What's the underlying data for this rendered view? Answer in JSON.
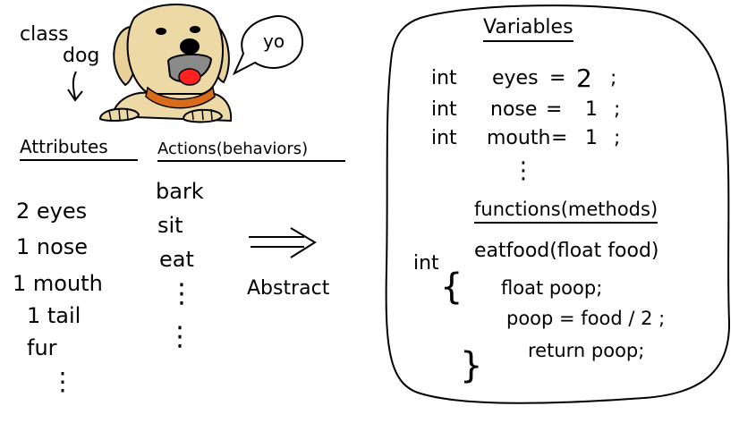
{
  "left": {
    "class_label": "class",
    "class_name": "dog",
    "speech": "yo",
    "attributes": {
      "heading": "Attributes",
      "items": [
        "2 eyes",
        "1 nose",
        "1 mouth",
        "1 tail",
        "fur"
      ],
      "ellipsis": "⋮"
    },
    "actions": {
      "heading": "Actions(behaviors)",
      "items": [
        "bark",
        "sit",
        "eat"
      ],
      "ellipsis": "⋮"
    },
    "arrow_label": "Abstract"
  },
  "right": {
    "variables": {
      "heading": "Variables",
      "lines": [
        {
          "type": "int",
          "name": "eyes",
          "eq": "=",
          "value": "2",
          "semi": ";"
        },
        {
          "type": "int",
          "name": "nose",
          "eq": "=",
          "value": "1",
          "semi": ";"
        },
        {
          "type": "int",
          "name": "mouth",
          "eq": "=",
          "value": "1",
          "semi": ";"
        }
      ],
      "ellipsis": "⋮"
    },
    "functions": {
      "heading": "functions(methods)",
      "signature_type": "int",
      "signature": "eatfood(float food)",
      "open_brace": "{",
      "body": [
        "float poop;",
        "poop = food / 2 ;",
        "return poop;"
      ],
      "close_brace": "}"
    }
  }
}
